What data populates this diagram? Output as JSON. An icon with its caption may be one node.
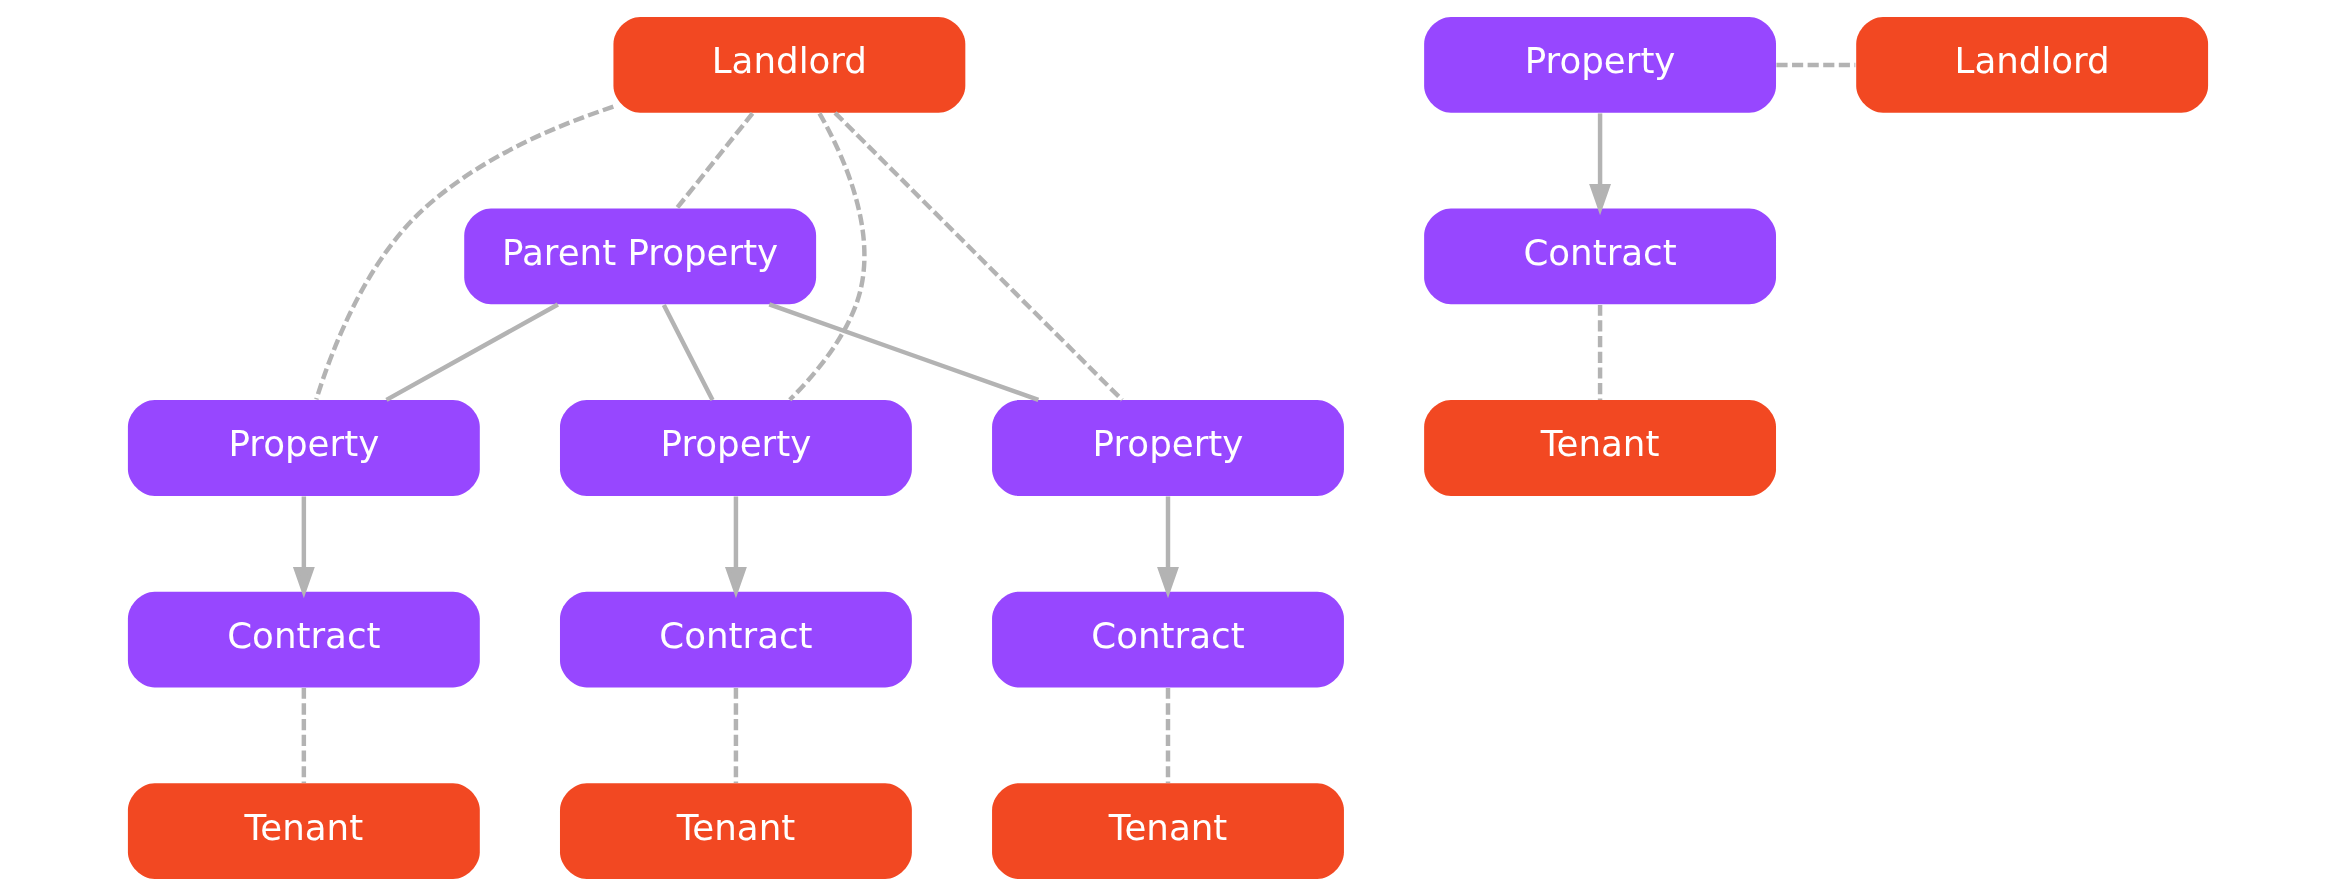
{
  "diagram": {
    "nodes": [
      {
        "text": [
          "Landlord"
        ]
      },
      {
        "text": [
          "Parent Property"
        ]
      },
      {
        "text": [
          "Property"
        ]
      },
      {
        "text": [
          "Property"
        ]
      },
      {
        "text": [
          "Property"
        ]
      },
      {
        "text": [
          "Contract"
        ]
      },
      {
        "text": [
          "Contract"
        ]
      },
      {
        "text": [
          "Contract"
        ]
      },
      {
        "text": [
          "Tenant"
        ]
      },
      {
        "text": [
          "Tenant"
        ]
      },
      {
        "text": [
          "Tenant"
        ]
      },
      {
        "text": [
          "Property"
        ]
      },
      {
        "text": [
          "Landlord"
        ]
      },
      {
        "text": [
          "Contract"
        ]
      },
      {
        "text": [
          "Tenant"
        ]
      }
    ],
    "edges": [
      {
        "from": 0,
        "to": 1,
        "arrow": "none",
        "style": "dashed"
      },
      {
        "from": 0,
        "to": 2,
        "arrow": "none",
        "style": "dashed"
      },
      {
        "from": 0,
        "to": 3,
        "arrow": "none",
        "style": "dashed"
      },
      {
        "from": 0,
        "to": 4,
        "arrow": "none",
        "style": "dashed"
      },
      {
        "from": 1,
        "to": 2,
        "arrow": "none"
      },
      {
        "from": 1,
        "to": 3,
        "arrow": "none"
      },
      {
        "from": 1,
        "to": 4,
        "arrow": "none"
      },
      {
        "from": 2,
        "to": 5,
        "arrow": "to"
      },
      {
        "from": 3,
        "to": 6,
        "arrow": "to"
      },
      {
        "from": 4,
        "to": 7,
        "arrow": "to"
      },
      {
        "from": 5,
        "to": 8,
        "arrow": "none",
        "style": "dashed"
      },
      {
        "from": 6,
        "to": 9,
        "arrow": "none",
        "style": "dashed"
      },
      {
        "from": 7,
        "to": 10,
        "arrow": "none",
        "style": "dashed"
      },
      {
        "from": 11,
        "to": 12,
        "arrow": "none",
        "style": "dashed"
      },
      {
        "from": 11,
        "to": 13,
        "arrow": "to"
      },
      {
        "from": 13,
        "to": 14,
        "arrow": "none",
        "style": "dashed"
      }
    ]
  }
}
